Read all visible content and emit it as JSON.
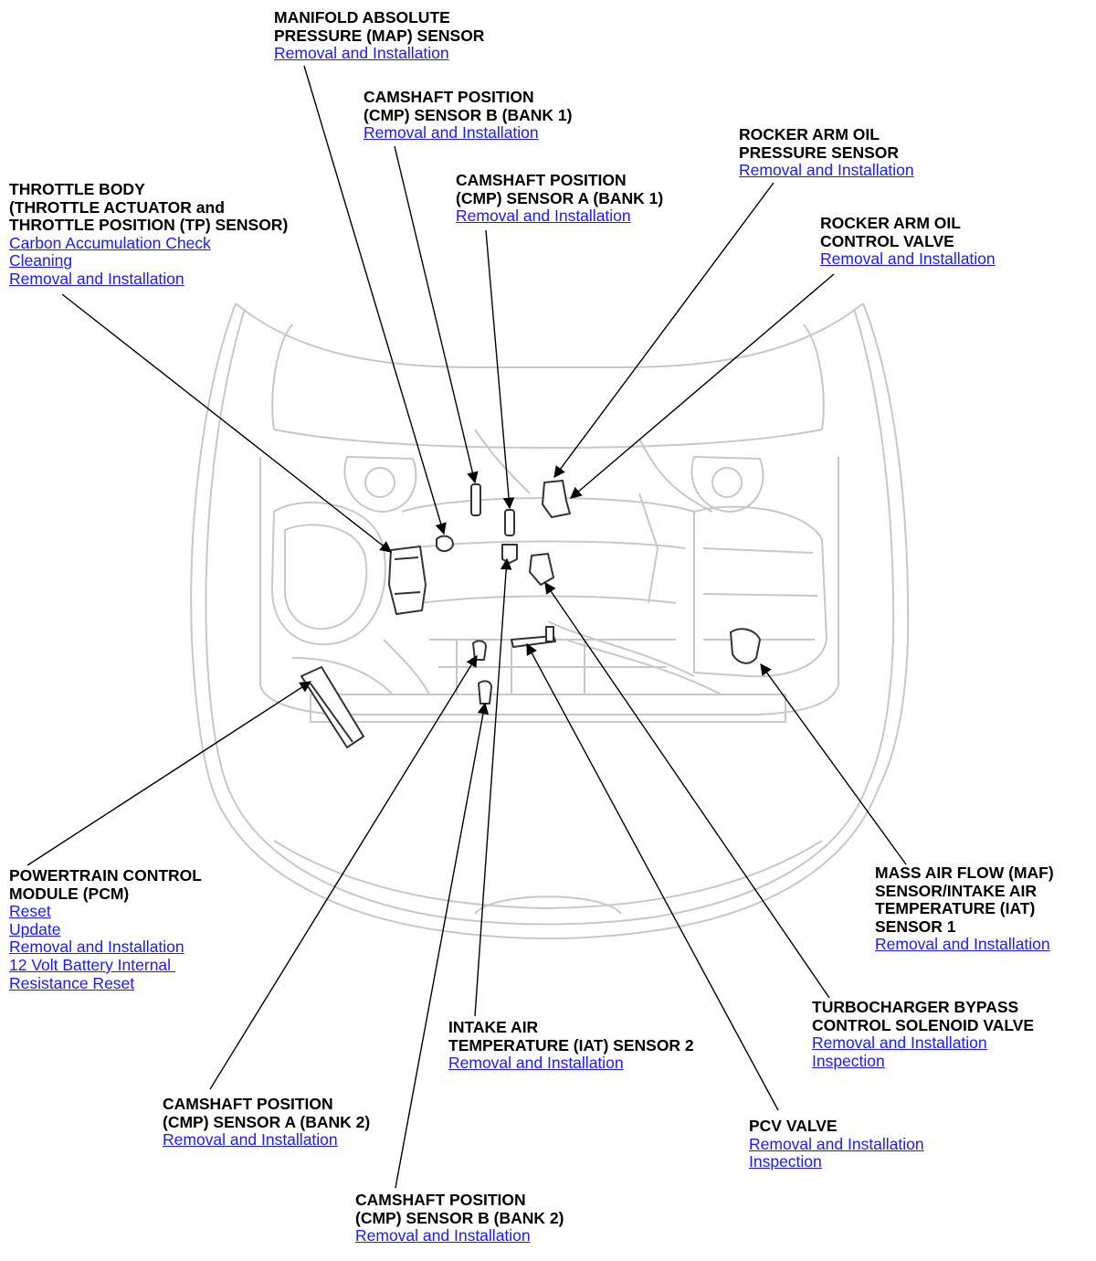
{
  "colors": {
    "label": "#000000",
    "link": "#1a1aff",
    "outline": "#c8c8c8",
    "part": "#333333",
    "leader": "#000000"
  },
  "callouts": {
    "map": {
      "title": "MANIFOLD ABSOLUTE\nPRESSURE (MAP) SENSOR",
      "links": [
        "Removal and Installation"
      ]
    },
    "cmp_b1": {
      "title": "CAMSHAFT POSITION\n(CMP) SENSOR B (BANK 1)",
      "links": [
        "Removal and Installation"
      ]
    },
    "rocker_sensor": {
      "title": "ROCKER ARM OIL\nPRESSURE SENSOR",
      "links": [
        "Removal and Installation"
      ]
    },
    "throttle": {
      "title": "THROTTLE BODY\n(THROTTLE ACTUATOR and\nTHROTTLE POSITION (TP) SENSOR)",
      "links": [
        "Carbon Accumulation Check",
        "Cleaning",
        "Removal and Installation"
      ]
    },
    "cmp_a1": {
      "title": "CAMSHAFT POSITION\n(CMP) SENSOR A (BANK 1)",
      "links": [
        "Removal and Installation"
      ]
    },
    "rocker_valve": {
      "title": "ROCKER ARM OIL\nCONTROL VALVE",
      "links": [
        "Removal and Installation"
      ]
    },
    "pcm": {
      "title": "POWERTRAIN CONTROL\nMODULE (PCM)",
      "links": [
        "Reset",
        "Update",
        "Removal and Installation",
        "12 Volt Battery Internal ",
        "Resistance Reset"
      ]
    },
    "maf": {
      "title": "MASS AIR FLOW (MAF)\nSENSOR/INTAKE AIR\nTEMPERATURE (IAT)\nSENSOR 1",
      "links": [
        "Removal and Installation"
      ]
    },
    "turbo": {
      "title": "TURBOCHARGER BYPASS\nCONTROL SOLENOID VALVE",
      "links": [
        "Removal and Installation",
        "Inspection"
      ]
    },
    "iat2": {
      "title": "INTAKE AIR\nTEMPERATURE (IAT) SENSOR 2",
      "links": [
        "Removal and Installation"
      ]
    },
    "cmp_a2": {
      "title": "CAMSHAFT POSITION\n(CMP) SENSOR A (BANK 2)",
      "links": [
        "Removal and Installation"
      ]
    },
    "pcv": {
      "title": "PCV VALVE",
      "links": [
        "Removal and Installation",
        "Inspection"
      ]
    },
    "cmp_b2": {
      "title": "CAMSHAFT POSITION\n(CMP) SENSOR B (BANK 2)",
      "links": [
        "Removal and Installation"
      ]
    }
  }
}
